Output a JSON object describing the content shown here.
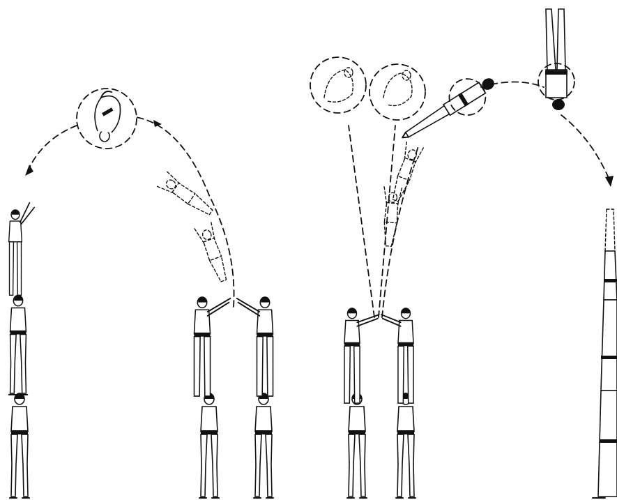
{
  "figure": {
    "kind": "acrobatics-technique-drawing",
    "background": "#ffffff",
    "ink": "#111111",
    "panels": [
      {
        "id": "left",
        "elements": [
          "three-person-column",
          "two-base-pairs-launch",
          "flight-arc",
          "tuck-somersault-circle"
        ]
      },
      {
        "id": "right",
        "elements": [
          "two-base-pairs-launch",
          "two-tuck-circles",
          "layout-figure",
          "handstand-figure",
          "flight-arc",
          "column-partial"
        ]
      }
    ]
  }
}
